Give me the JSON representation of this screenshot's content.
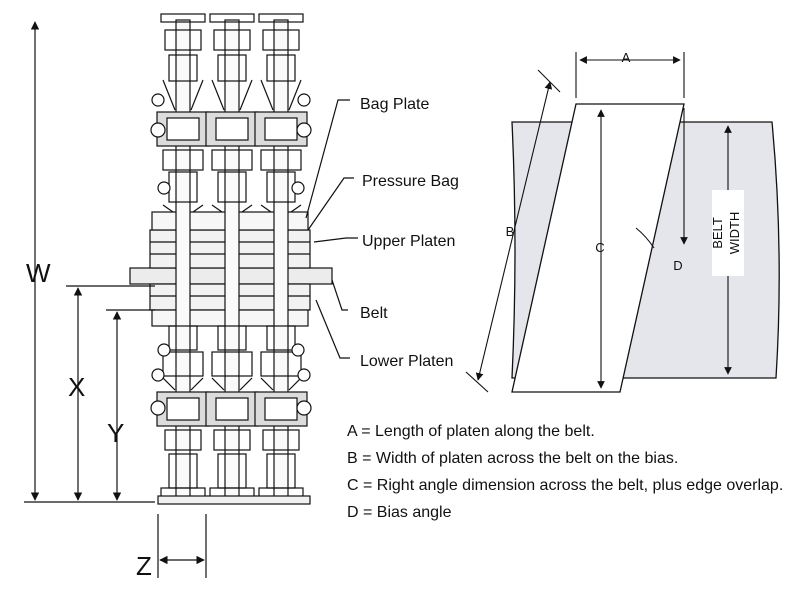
{
  "callouts": {
    "bag_plate": "Bag Plate",
    "pressure_bag": "Pressure Bag",
    "upper_platen": "Upper Platen",
    "belt": "Belt",
    "lower_platen": "Lower Platen"
  },
  "dimensions": {
    "w": "W",
    "x": "X",
    "y": "Y",
    "z": "Z"
  },
  "bias": {
    "a": "A",
    "b": "B",
    "c": "C",
    "d": "D",
    "belt_width_1": "BELT",
    "belt_width_2": "WIDTH"
  },
  "legend": [
    "A = Length of platen along the belt.",
    "B = Width of platen across the belt on the bias.",
    "C = Right angle dimension across the belt, plus edge overlap.",
    "D = Bias angle"
  ],
  "colors": {
    "line": "#111111",
    "belt_fill": "#e4e6ec",
    "steel": "#dcdcdc",
    "steel_dark": "#8a8a8a"
  }
}
